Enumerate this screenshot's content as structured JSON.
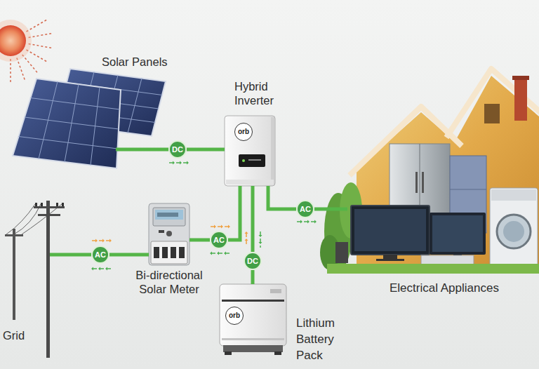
{
  "diagram": {
    "nodes": [
      {
        "text": [
          "Solar Panels"
        ]
      },
      {
        "text": [
          "DC"
        ]
      },
      {
        "text": [
          "Hybrid Inverter",
          "orb"
        ]
      },
      {
        "text": [
          "AC"
        ]
      },
      {
        "text": [
          "Electrical Appliances"
        ]
      },
      {
        "text": [
          "AC"
        ]
      },
      {
        "text": [
          "Bi-directional Solar Meter"
        ]
      },
      {
        "text": [
          "AC"
        ]
      },
      {
        "text": [
          "DC"
        ]
      },
      {
        "text": [
          "Lithium Battery Pack",
          "orb"
        ]
      },
      {
        "text": [
          "Grid"
        ]
      }
    ],
    "edges": [
      {
        "from": 0,
        "to": 1,
        "arrow": "none"
      },
      {
        "from": 1,
        "to": 2,
        "arrow": "none"
      },
      {
        "from": 2,
        "to": 3,
        "arrow": "none"
      },
      {
        "from": 3,
        "to": 4,
        "arrow": "none"
      },
      {
        "from": 10,
        "to": 5,
        "arrow": "none"
      },
      {
        "from": 5,
        "to": 6,
        "arrow": "none"
      },
      {
        "from": 6,
        "to": 7,
        "arrow": "none"
      },
      {
        "from": 7,
        "to": 2,
        "arrow": "none"
      },
      {
        "from": 2,
        "to": 8,
        "arrow": "none"
      },
      {
        "from": 8,
        "to": 9,
        "arrow": "none"
      }
    ]
  }
}
